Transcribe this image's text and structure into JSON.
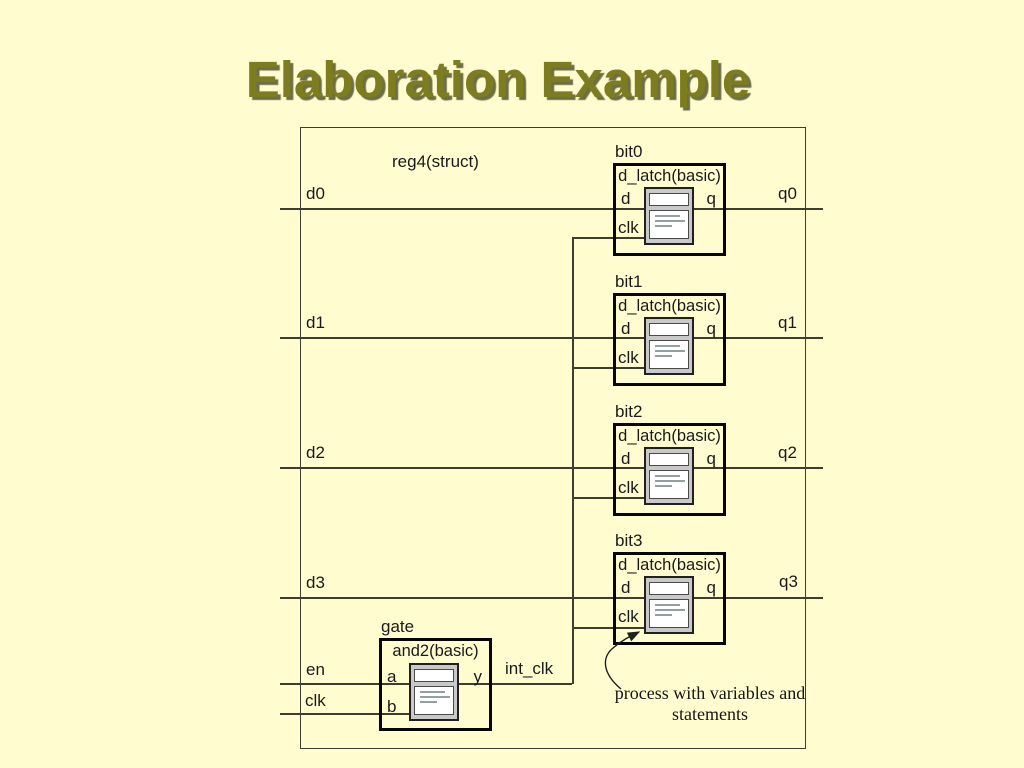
{
  "slide": {
    "title": "Elaboration Example"
  },
  "colors": {
    "background": "#FFFDD0",
    "title": "#7d7d20",
    "title_shadow": "#545430",
    "wire": "#3e3e30",
    "block_border": "#050505",
    "icon_frame": "#c9c9c9",
    "icon_inner": "#ffffff",
    "icon_text_lines": "#94a0a0"
  },
  "diagram": {
    "outer": {
      "instance": "reg4(struct)"
    },
    "inputs": [
      {
        "label": "d0"
      },
      {
        "label": "d1"
      },
      {
        "label": "d2"
      },
      {
        "label": "d3"
      },
      {
        "label": "en"
      },
      {
        "label": "clk"
      }
    ],
    "outputs": [
      {
        "label": "q0"
      },
      {
        "label": "q1"
      },
      {
        "label": "q2"
      },
      {
        "label": "q3"
      }
    ],
    "latches": [
      {
        "instance": "bit0",
        "component": "d_latch(basic)",
        "ports": {
          "d": "d",
          "q": "q",
          "clk": "clk"
        }
      },
      {
        "instance": "bit1",
        "component": "d_latch(basic)",
        "ports": {
          "d": "d",
          "q": "q",
          "clk": "clk"
        }
      },
      {
        "instance": "bit2",
        "component": "d_latch(basic)",
        "ports": {
          "d": "d",
          "q": "q",
          "clk": "clk"
        }
      },
      {
        "instance": "bit3",
        "component": "d_latch(basic)",
        "ports": {
          "d": "d",
          "q": "q",
          "clk": "clk"
        }
      }
    ],
    "gate": {
      "instance": "gate",
      "component": "and2(basic)",
      "ports": {
        "a": "a",
        "b": "b",
        "y": "y"
      },
      "net": "int_clk"
    },
    "annotation": {
      "line1": "process with variables and",
      "line2": "statements"
    }
  }
}
